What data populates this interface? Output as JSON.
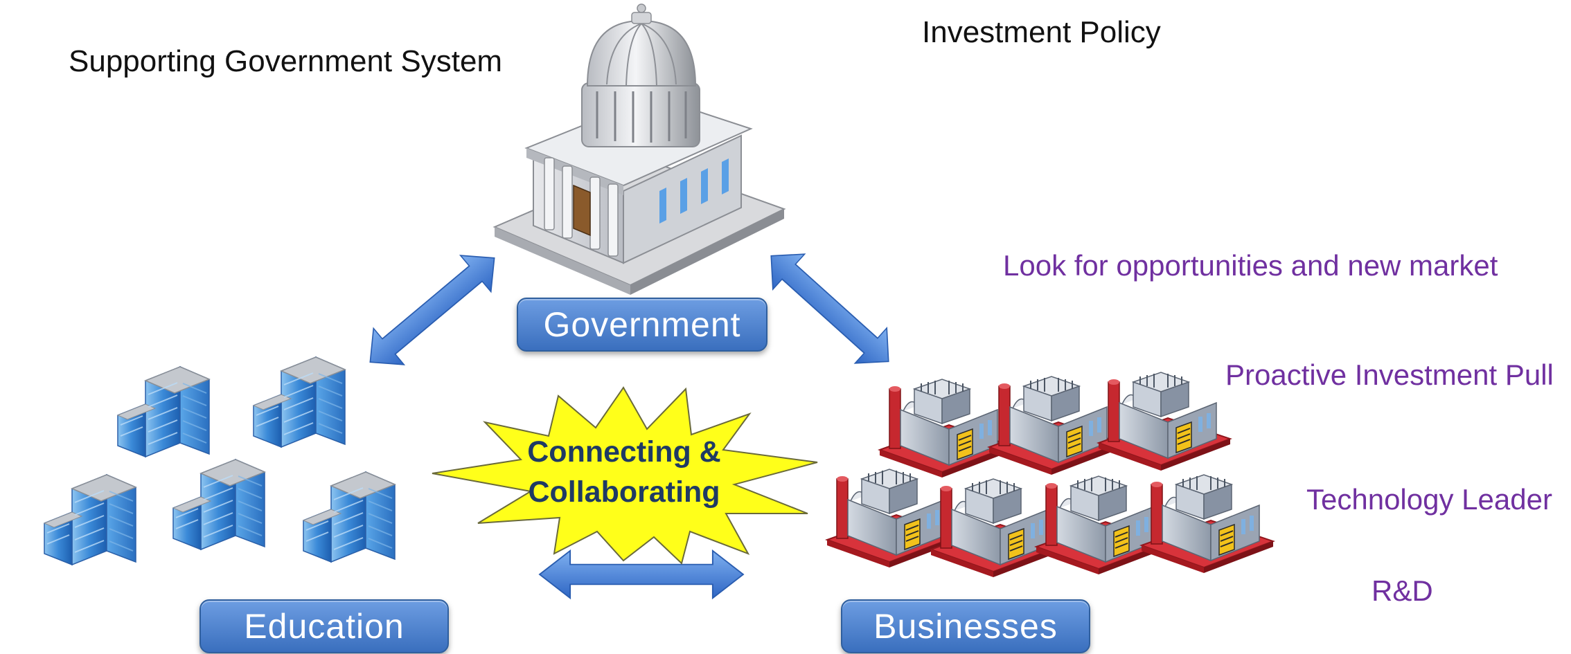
{
  "labels": {
    "supporting_system": "Supporting Government System",
    "investment_policy": "Investment Policy",
    "government": "Government",
    "education": "Education",
    "businesses": "Businesses",
    "center_line1": "Connecting &",
    "center_line2": "Collaborating"
  },
  "business_notes": [
    "Look for opportunities and new market",
    "Proactive Investment Pull",
    "Technology Leader",
    "R&D"
  ],
  "colors": {
    "label_fill": "#4a7fc8",
    "arrow": "#3f7bd6",
    "starburst": "#ffff1a",
    "starburst_text": "#1f3a64",
    "note_purple": "#7030a0",
    "factory_red": "#c8232c"
  },
  "icons": {
    "government": "capitol-building-icon",
    "education": "office-buildings-icon",
    "businesses": "factory-icon"
  }
}
